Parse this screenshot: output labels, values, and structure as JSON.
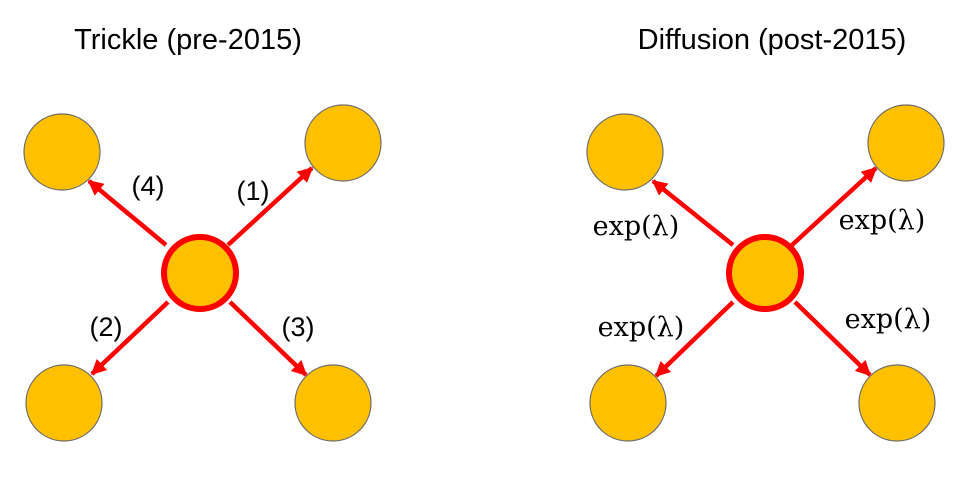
{
  "colors": {
    "node_fill": "#ffc000",
    "source_border": "#ff0000",
    "edge": "#ff0000",
    "peer_border": "#6b6b6b"
  },
  "panels": {
    "trickle": {
      "title": "Trickle (pre-2015)",
      "edges": [
        {
          "target": "top-right",
          "label": "(1)"
        },
        {
          "target": "bottom-left",
          "label": "(2)"
        },
        {
          "target": "bottom-right",
          "label": "(3)"
        },
        {
          "target": "top-left",
          "label": "(4)"
        }
      ]
    },
    "diffusion": {
      "title": "Diffusion (post-2015)",
      "edges": [
        {
          "target": "top-left",
          "label": "exp(λ)"
        },
        {
          "target": "top-right",
          "label": "exp(λ)"
        },
        {
          "target": "bottom-left",
          "label": "exp(λ)"
        },
        {
          "target": "bottom-right",
          "label": "exp(λ)"
        }
      ]
    }
  }
}
